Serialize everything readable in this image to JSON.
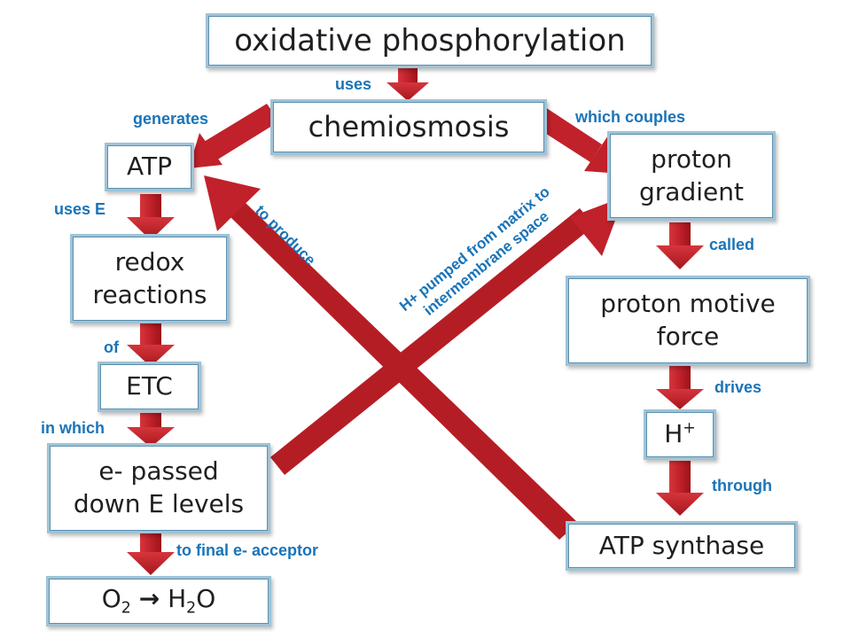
{
  "nodes": {
    "oxidative_phosphorylation": "oxidative phosphorylation",
    "chemiosmosis": "chemiosmosis",
    "atp": "ATP",
    "proton_gradient_line1": "proton",
    "proton_gradient_line2": "gradient",
    "redox_line1": "redox",
    "redox_line2": "reactions",
    "etc": "ETC",
    "proton_motive_line1": "proton motive",
    "proton_motive_line2": "force",
    "h_plus_base": "H",
    "h_plus_sup": "+",
    "e_passed_line1": "e- passed",
    "e_passed_line2": "down E levels",
    "atp_synthase": "ATP synthase",
    "o2_o": "O",
    "o2_sub": "2",
    "o2_arrow": "→",
    "h2o_h": "H",
    "h2o_sub": "2",
    "h2o_o": "O"
  },
  "links": {
    "uses": "uses",
    "generates": "generates",
    "which_couples": "which couples",
    "uses_e": "uses E",
    "called": "called",
    "of": "of",
    "drives": "drives",
    "in_which": "in which",
    "through": "through",
    "to_final_acceptor": "to final e- acceptor",
    "to_produce": "to produce",
    "h_pumped_line1": "H+ pumped from matrix to",
    "h_pumped_line2": "intermembrane space"
  },
  "colors": {
    "arrow": "#c0212a",
    "arrow_dark": "#8e1016",
    "link_text": "#1a74b8",
    "box_border": "#9fc3d6"
  }
}
